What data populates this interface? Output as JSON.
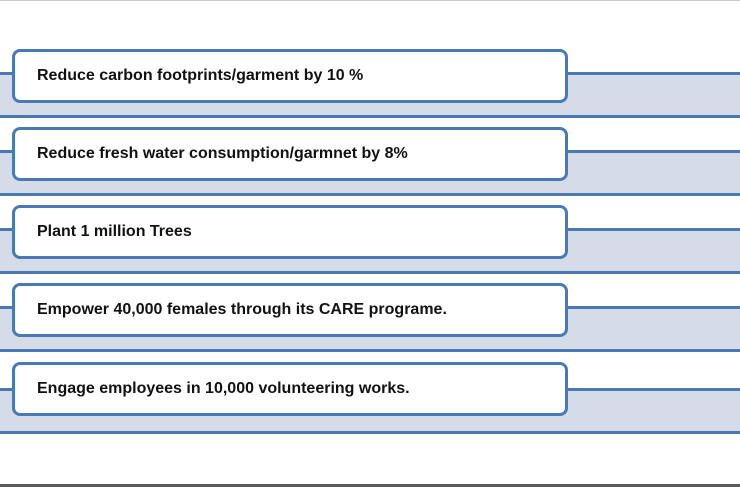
{
  "goals": [
    "Reduce carbon footprints/garment by 10 %",
    "Reduce fresh water consumption/garmnet by 8%",
    "Plant 1 million Trees",
    "Empower 40,000 females through its CARE programe.",
    "Engage employees in 10,000 volunteering works."
  ],
  "colors": {
    "line": "#4a7ab5",
    "band": "#d5dce8"
  }
}
